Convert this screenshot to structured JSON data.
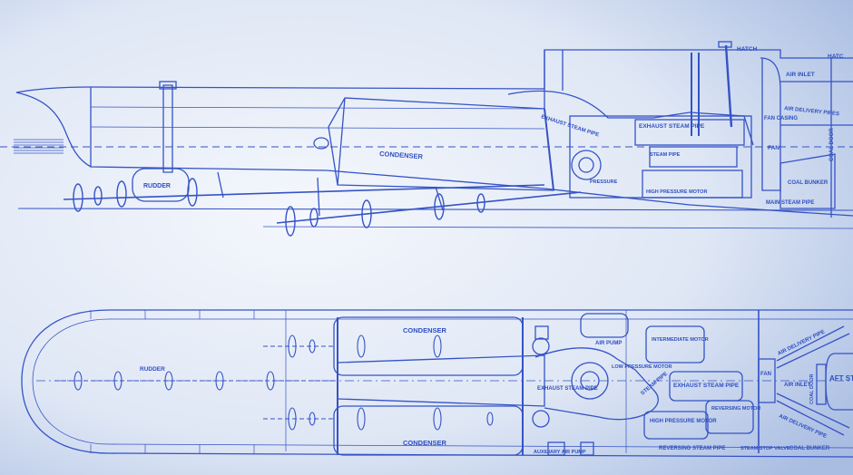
{
  "colors": {
    "ink": "#2f4fc2",
    "paper_light": "#f2f5fb",
    "paper_mid": "#dde5f4",
    "paper_dark": "#9fb3dc"
  },
  "side_view": {
    "hatch": "HATCH",
    "hatch_right": "HATC",
    "air_inlet": "AIR INLET",
    "air_delivery_pipes": "AIR DELIVERY PIPES",
    "fan_casing": "FAN CASING",
    "fan": "FAN",
    "coal_door": "COAL DOOR",
    "coal_bunker": "COAL BUNKER",
    "main_steam_pipe": "MAIN STEAM PIPE",
    "exhaust_steam_pipe_upper": "EXHAUST STEAM PIPE",
    "exhaust_steam_pipe": "EXHAUST STEAM PIPE",
    "condenser": "CONDENSER",
    "steam_pipe": "STEAM PIPE",
    "pressure": "PRESSURE",
    "high_pressure_motor": "HIGH PRESSURE MOTOR",
    "rudder": "RUDDER"
  },
  "plan_view": {
    "condenser_top": "CONDENSER",
    "condenser_bottom": "CONDENSER",
    "rudder": "RUDDER",
    "air_pump": "AIR PUMP",
    "intermediate_motor": "INTERMEDIATE MOTOR",
    "low_pressure_motor": "LOW PRESSURE MOTOR",
    "exhaust_steam_pipe_left": "EXHAUST STEAM PIPE",
    "steam_pipe": "STEAM PIPE",
    "exhaust_steam_pipe_right": "EXHAUST STEAM PIPE",
    "high_pressure_motor": "HIGH PRESSURE MOTOR",
    "reversing_motor": "REVERSING MOTOR",
    "reversing_steam_pipe": "REVERSING STEAM PIPE",
    "auxiliary_air_pump": "AUXILIARY AIR PUMP",
    "steam_stop_valve": "STEAM STOP VALVE",
    "coal_bunker": "COAL BUNKER",
    "fan": "FAN",
    "air_inlet": "AIR INLET",
    "air_delivery_pipe_top": "AIR DELIVERY PIPE",
    "air_delivery_pipe_bottom": "AIR DELIVERY PIPE",
    "coal_door": "COAL DOOR",
    "after_stokehold": "AFT STOK"
  }
}
